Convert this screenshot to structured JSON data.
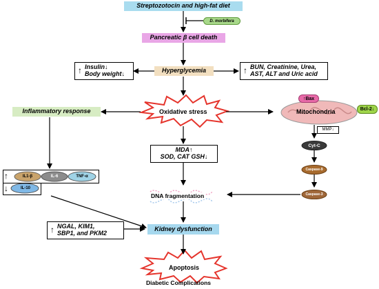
{
  "nodes": {
    "stz": "Streptozotocin and high-fat diet",
    "dmorbifera": "D. morbifera",
    "pancreatic": "Pancreatic β cell death",
    "hyper": "Hyperglycemia",
    "insulin_l1": "Insulin↓",
    "insulin_l2": "Body weight↓",
    "bun_l1": "BUN, Creatinine, Urea,",
    "bun_l2": "AST, ALT and Uric acid",
    "inflam": "Inflammatory response",
    "oxstress": "Oxidative stress",
    "mito": "Mitochondria",
    "bax": "Bax",
    "bcl2": "Bcl-2↓",
    "mmp": "MMP↓",
    "cytc": "Cyt-C",
    "casp9": "Caspase-9",
    "casp3": "Caspase-3",
    "mda_l1": "MDA↑",
    "mda_l2": "SOD, CAT GSH↓",
    "il1": "IL1-β",
    "il6": "IL-6",
    "tnf": "TNF-α",
    "il10": "IL-10",
    "dna": "DNA fragmentation",
    "ngal_l1": "NGAL, KIM1,",
    "ngal_l2": "SBP1, and PKM2",
    "kidney": "Kidney dysfunction",
    "apoptosis": "Apoptosis",
    "diabetic": "Diabetic Complications"
  },
  "symbols": {
    "up": "↑",
    "down": "↓"
  },
  "colors": {
    "stz_box": "#a9dcef",
    "pancreatic_box": "#e9a6e6",
    "hyper_box": "#f2dfc0",
    "inflam_box": "#d7ecc3",
    "kidney_box": "#a6d8ee",
    "dmorbifera_pill": "#a8d88a",
    "bax": "#e86aa8",
    "bcl2": "#9fd54a",
    "mito": "#f0b9b9",
    "star_stroke": "#e5342c"
  }
}
